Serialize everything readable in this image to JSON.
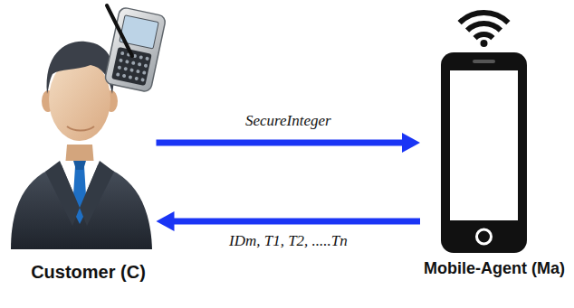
{
  "diagram": {
    "nodes": [
      {
        "text": [
          "Customer (C)"
        ]
      },
      {
        "text": [
          "Mobile-Agent (Ma)"
        ]
      }
    ],
    "edges": [
      {
        "from": 0,
        "to": 1,
        "arrow": "to",
        "label": "SecureInteger"
      },
      {
        "from": 1,
        "to": 0,
        "arrow": "to",
        "label": "IDm, T1, T2, .....Tn"
      }
    ]
  }
}
